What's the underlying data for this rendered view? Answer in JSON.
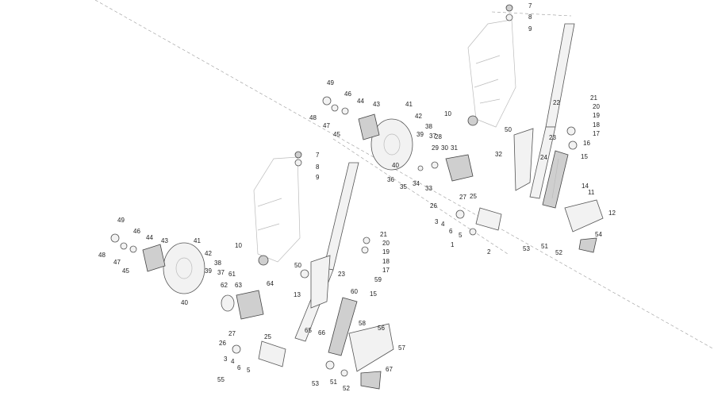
{
  "upper_assembly": {
    "callouts": [
      "7",
      "8",
      "9",
      "10",
      "49",
      "48",
      "47",
      "46",
      "45",
      "44",
      "43",
      "41",
      "42",
      "39",
      "38",
      "37",
      "36",
      "35",
      "34",
      "33",
      "40",
      "28",
      "29",
      "30",
      "31",
      "32",
      "22",
      "21",
      "20",
      "19",
      "18",
      "17",
      "16",
      "15",
      "23",
      "24",
      "50",
      "14",
      "11",
      "12",
      "27",
      "25",
      "26",
      "3",
      "4",
      "5",
      "6",
      "1",
      "2",
      "53",
      "51",
      "52",
      "54"
    ]
  },
  "lower_assembly": {
    "callouts": [
      "7",
      "8",
      "9",
      "10",
      "49",
      "48",
      "47",
      "46",
      "45",
      "44",
      "43",
      "41",
      "42",
      "38",
      "39",
      "37",
      "40",
      "62",
      "61",
      "63",
      "64",
      "50",
      "13",
      "21",
      "20",
      "19",
      "18",
      "17",
      "23",
      "59",
      "60",
      "15",
      "58",
      "56",
      "57",
      "67",
      "65",
      "66",
      "27",
      "25",
      "26",
      "3",
      "4",
      "6",
      "5",
      "55",
      "53",
      "51",
      "52"
    ]
  }
}
